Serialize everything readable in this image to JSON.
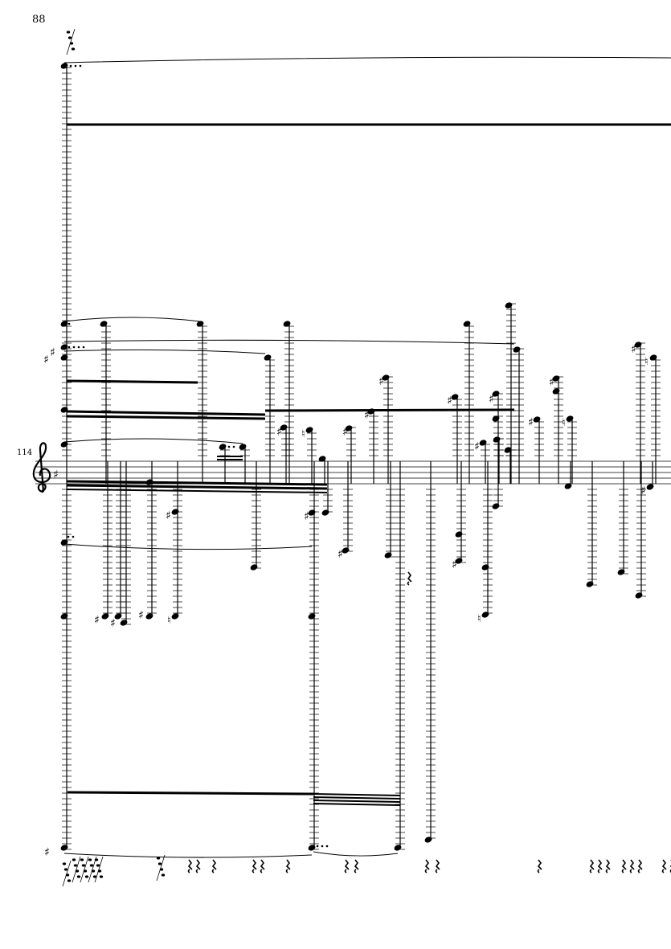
{
  "page": {
    "number": "88"
  },
  "score": {
    "measure_number": "114",
    "clef": "treble-clef",
    "symbols": {
      "sharp": "♯",
      "natural": "♮"
    },
    "ink_color": "#000000"
  }
}
